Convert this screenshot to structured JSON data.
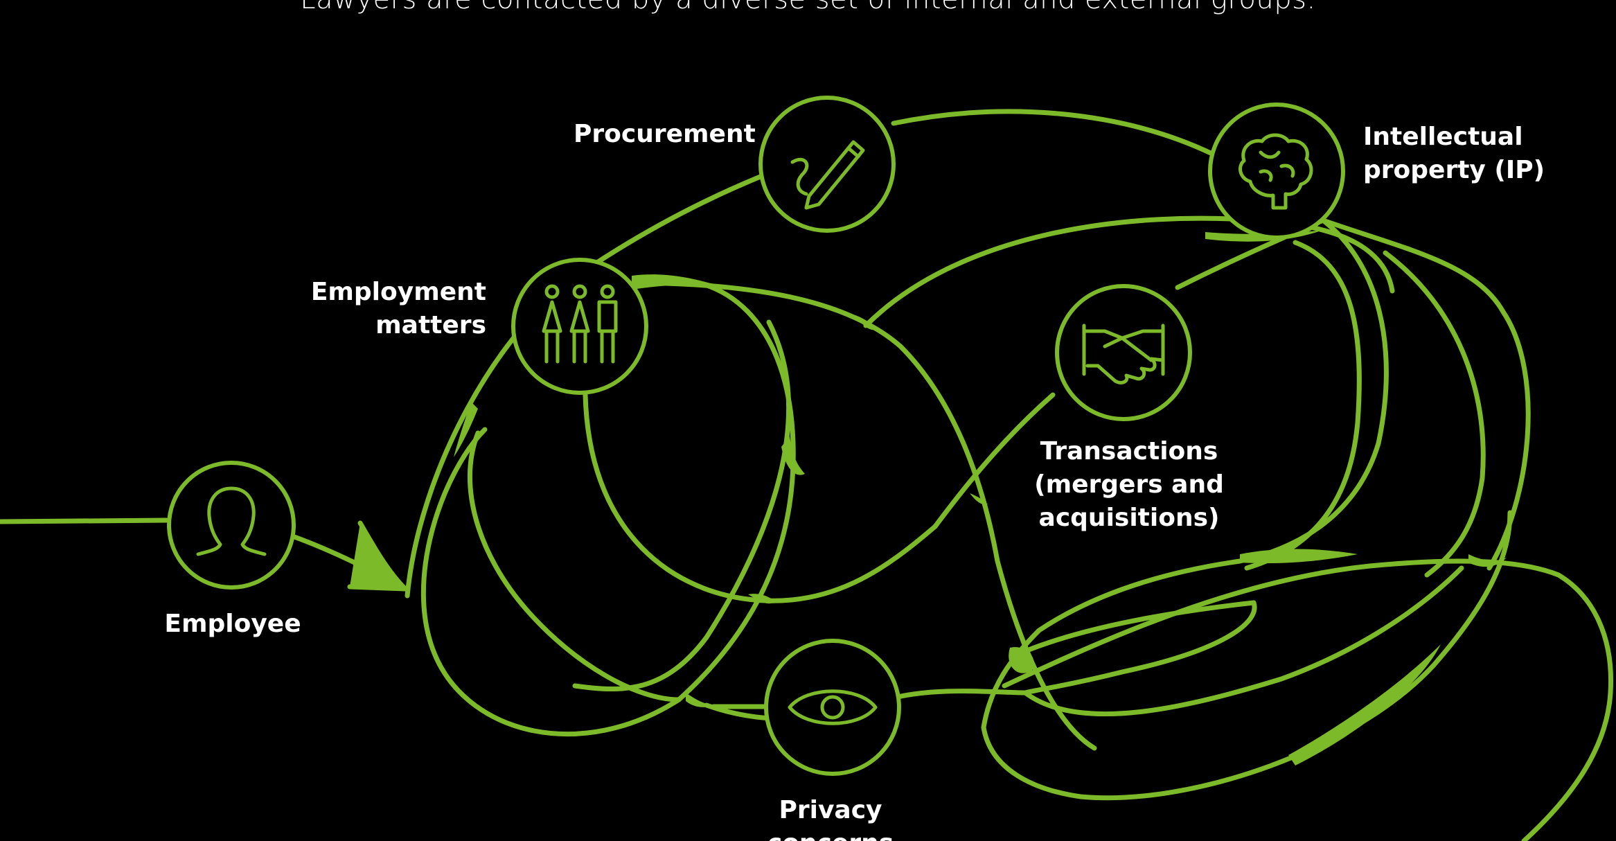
{
  "caption": "Lawyers are contacted by a diverse set of internal and external groups.",
  "colors": {
    "background": "#000000",
    "accent": "#7dba2a",
    "text": "#ffffff"
  },
  "nodes": [
    {
      "id": "employee",
      "icon": "person-icon",
      "label_lines": [
        "Employee"
      ]
    },
    {
      "id": "procurement",
      "icon": "pen-icon",
      "label_lines": [
        "Procurement"
      ]
    },
    {
      "id": "employment",
      "icon": "people-icon",
      "label_lines": [
        "Employment",
        "matters"
      ]
    },
    {
      "id": "ip",
      "icon": "brain-icon",
      "label_lines": [
        "Intellectual",
        "property (IP)"
      ]
    },
    {
      "id": "transactions",
      "icon": "handshake-icon",
      "label_lines": [
        "Transactions",
        "(mergers and",
        "acquisitions)"
      ]
    },
    {
      "id": "privacy",
      "icon": "eye-icon",
      "label_lines": [
        "Privacy",
        "concerns"
      ]
    }
  ]
}
